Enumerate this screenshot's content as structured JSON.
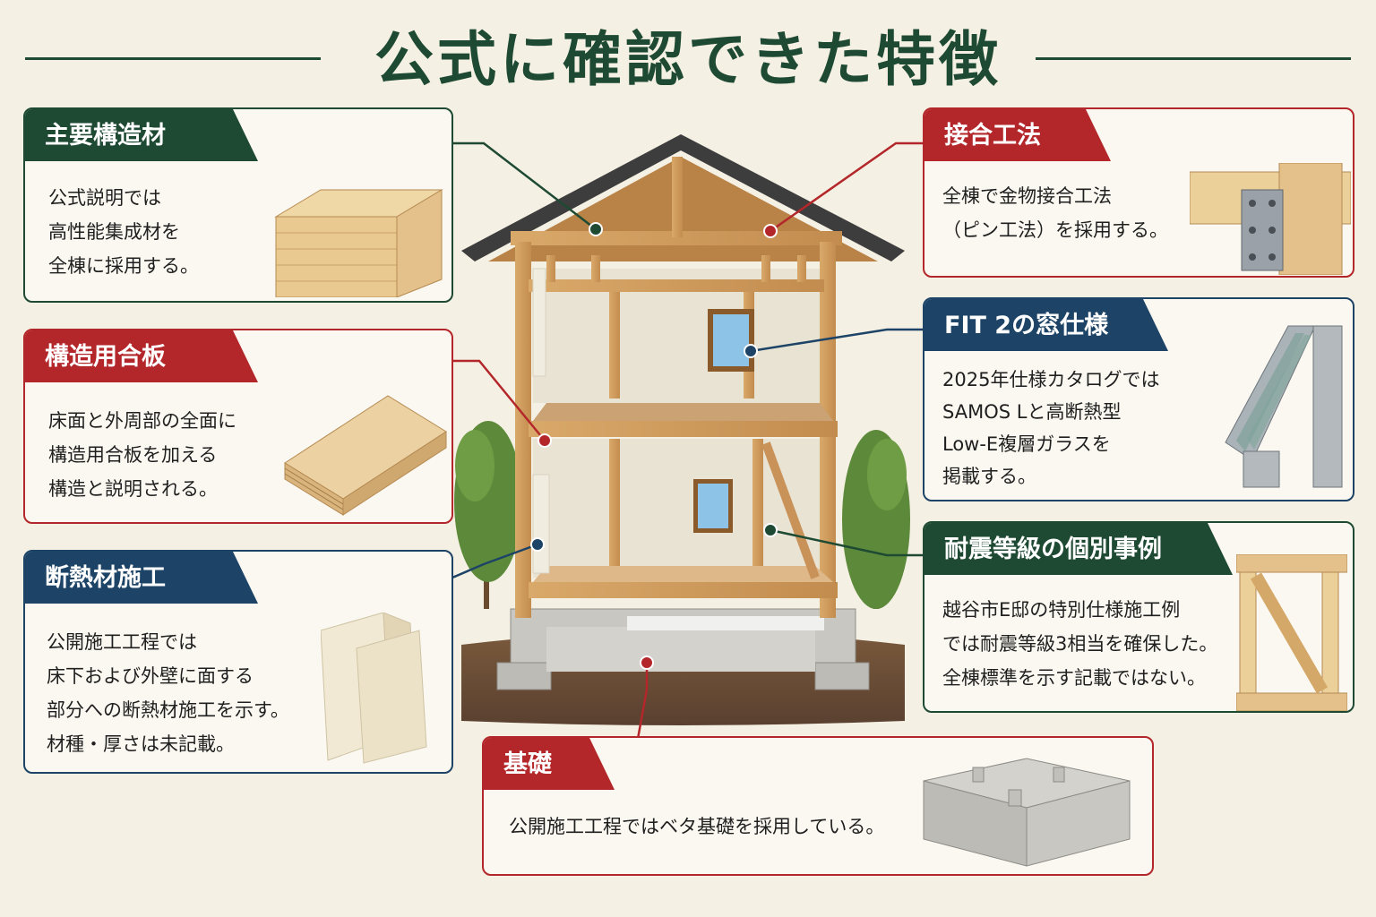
{
  "title": "公式に確認できた特徴",
  "cards": {
    "main_structure": {
      "heading": "主要構造材",
      "lines": [
        "公式説明では",
        "高性能集成材を",
        "全棟に採用する。"
      ]
    },
    "plywood": {
      "heading": "構造用合板",
      "lines": [
        "床面と外周部の全面に",
        "構造用合板を加える",
        "構造と説明される。"
      ]
    },
    "insulation": {
      "heading": "断熱材施工",
      "lines": [
        "公開施工工程では",
        "床下および外壁に面する",
        "部分への断熱材施工を示す。",
        "材種・厚さは未記載。"
      ]
    },
    "joint": {
      "heading": "接合工法",
      "lines": [
        "全棟で金物接合工法",
        "（ピン工法）を採用する。"
      ]
    },
    "window": {
      "heading": "FIT 2の窓仕様",
      "lines": [
        "2025年仕様カタログでは",
        "SAMOS Lと高断熱型",
        "Low-E複層ガラスを",
        "掲載する。"
      ]
    },
    "seismic": {
      "heading": "耐震等級の個別事例",
      "lines": [
        "越谷市E邸の特別仕様施工例",
        "では耐震等級3相当を確保した。",
        "全棟標準を示す記載ではない。"
      ]
    },
    "foundation": {
      "heading": "基礎",
      "lines": [
        "公開施工工程ではベタ基礎を採用している。"
      ]
    }
  },
  "colors": {
    "green": "#1e4a33",
    "red": "#b3272a",
    "blue": "#1d4466",
    "background": "#f5f0e4"
  },
  "icons": {
    "main_structure": "glulam-beam-icon",
    "plywood": "plywood-sheet-icon",
    "insulation": "insulation-batt-icon",
    "joint": "metal-pin-joint-icon",
    "window": "window-frame-section-icon",
    "seismic": "braced-wall-frame-icon",
    "foundation": "mat-foundation-icon"
  }
}
